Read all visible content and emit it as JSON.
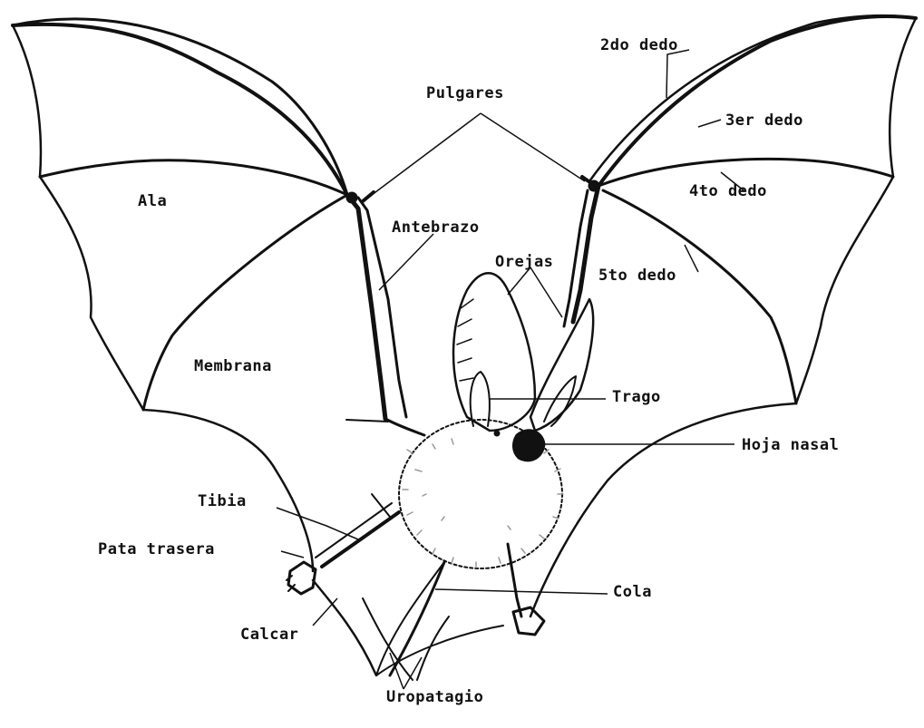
{
  "labels": {
    "pulgares": "Pulgares",
    "segundo_dedo": "2do dedo",
    "tercer_dedo": "3er dedo",
    "cuarto_dedo": "4to dedo",
    "quinto_dedo": "5to dedo",
    "ala": "Ala",
    "antebrazo": "Antebrazo",
    "orejas": "Orejas",
    "membrana": "Membrana",
    "trago": "Trago",
    "hoja_nasal": "Hoja nasal",
    "tibia": "Tibia",
    "pata_trasera": "Pata trasera",
    "cola": "Cola",
    "calcar": "Calcar",
    "uropatagio": "Uropatagio"
  },
  "colors": {
    "ink": "#111111",
    "paper": "#ffffff",
    "fur": "#9a9a9a"
  }
}
